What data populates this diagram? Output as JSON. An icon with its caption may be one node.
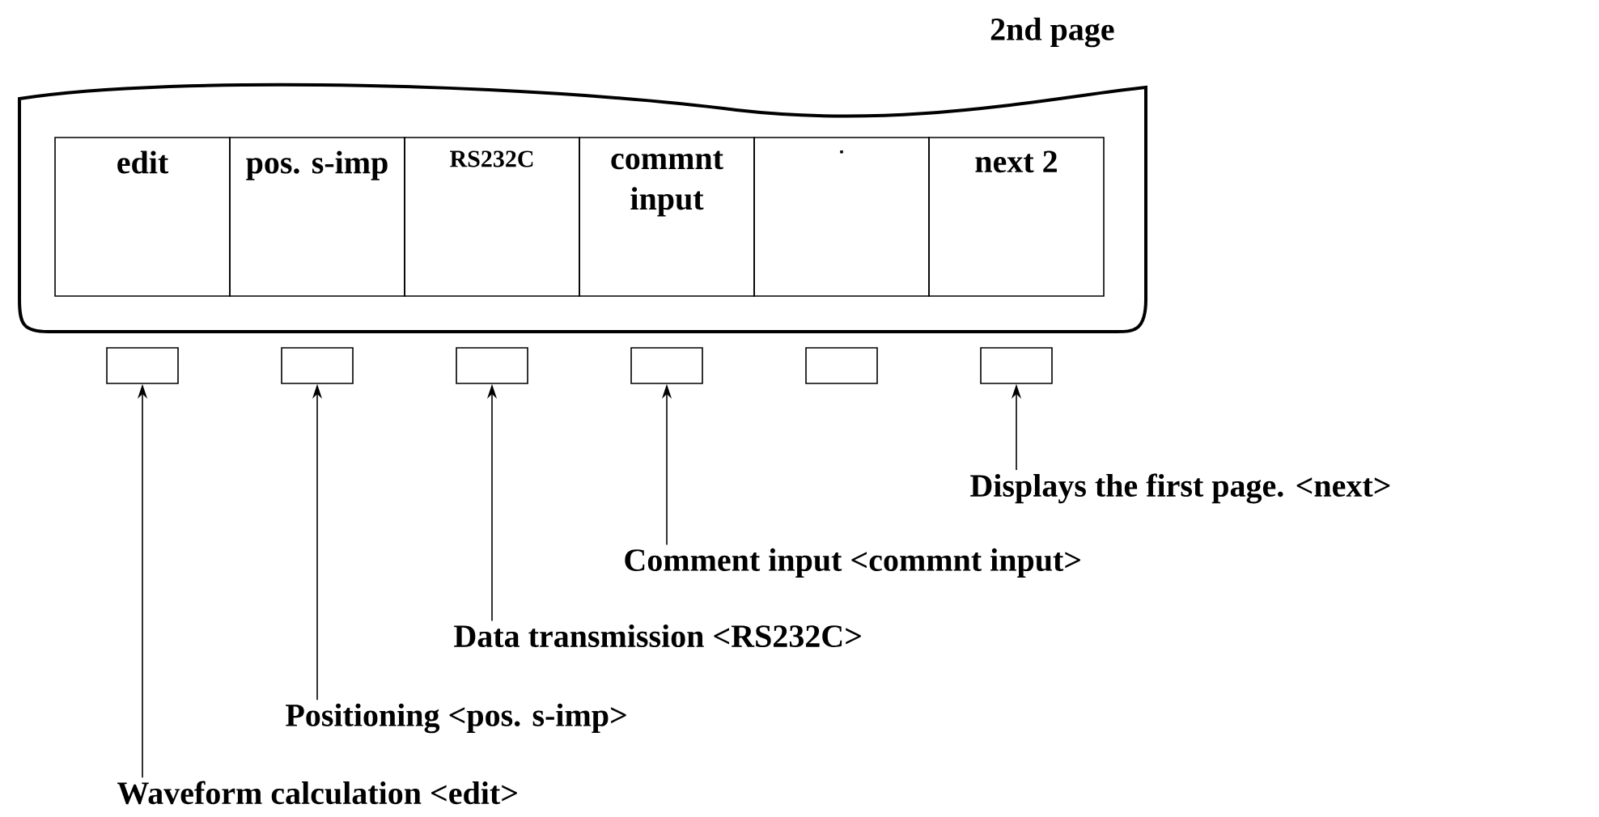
{
  "diagram": {
    "nodes": [
      {
        "text": [
          "2nd page"
        ]
      },
      {
        "text": [
          "edit"
        ],
        "in": 0
      },
      {
        "text": [
          "pos. s-imp"
        ],
        "in": 0
      },
      {
        "text": [
          "RS232C"
        ],
        "in": 0
      },
      {
        "text": [
          "commnt input"
        ],
        "in": 0
      },
      {
        "text": [],
        "shape": "box",
        "in": 0
      },
      {
        "text": [
          "next 2"
        ],
        "in": 0
      },
      {
        "text": [],
        "shape": "box"
      },
      {
        "text": [],
        "shape": "box"
      },
      {
        "text": [],
        "shape": "box"
      },
      {
        "text": [],
        "shape": "box"
      },
      {
        "text": [],
        "shape": "box"
      },
      {
        "text": [],
        "shape": "box"
      },
      {
        "text": [
          "Displays the first page. <next>"
        ]
      },
      {
        "text": [
          "Comment input <commnt input>"
        ]
      },
      {
        "text": [
          "Data transmission <RS232C>"
        ]
      },
      {
        "text": [
          "Positioning <pos. s-imp>"
        ]
      },
      {
        "text": [
          "Waveform calculation <edit>"
        ]
      }
    ],
    "edges": [
      {
        "from": 13,
        "to": 12,
        "arrow": "to"
      },
      {
        "from": 14,
        "to": 10,
        "arrow": "to"
      },
      {
        "from": 15,
        "to": 9,
        "arrow": "to"
      },
      {
        "from": 16,
        "to": 8,
        "arrow": "to"
      },
      {
        "from": 17,
        "to": 7,
        "arrow": "to"
      }
    ]
  }
}
